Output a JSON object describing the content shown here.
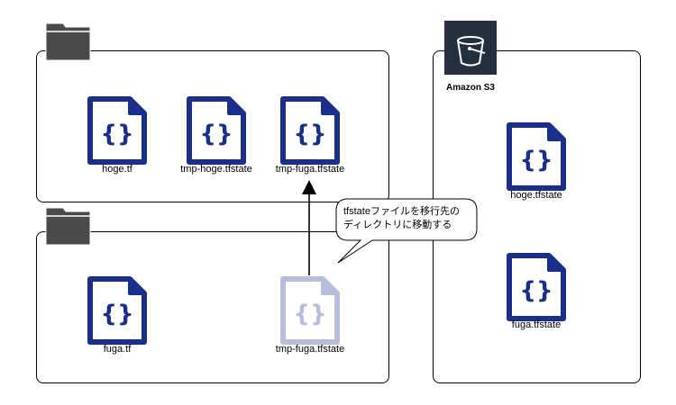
{
  "local_dir_1": {
    "files": [
      {
        "name": "hoge.tf",
        "icon": "json-file-icon"
      },
      {
        "name": "tmp-hoge.tfstate",
        "icon": "json-file-icon"
      },
      {
        "name": "tmp-fuga.tfstate",
        "icon": "json-file-icon"
      }
    ]
  },
  "local_dir_2": {
    "files": [
      {
        "name": "fuga.tf",
        "icon": "json-file-icon"
      },
      {
        "name": "tmp-fuga.tfstate",
        "icon": "json-file-icon",
        "faded": true
      }
    ]
  },
  "s3": {
    "caption": "Amazon S3",
    "icon": "s3-bucket-icon",
    "files": [
      {
        "name": "hoge.tfstate",
        "icon": "json-file-icon"
      },
      {
        "name": "fuga.tfstate",
        "icon": "json-file-icon"
      }
    ]
  },
  "callout": {
    "line1": "tfstateファイルを移行先の",
    "line2": "ディレクトリに移動する"
  },
  "colors": {
    "file_icon": "#1a2f8a",
    "file_icon_faded": "#b7bedb",
    "folder": "#4a4a4a",
    "s3_tile": "#232f3e",
    "border": "#000000"
  }
}
